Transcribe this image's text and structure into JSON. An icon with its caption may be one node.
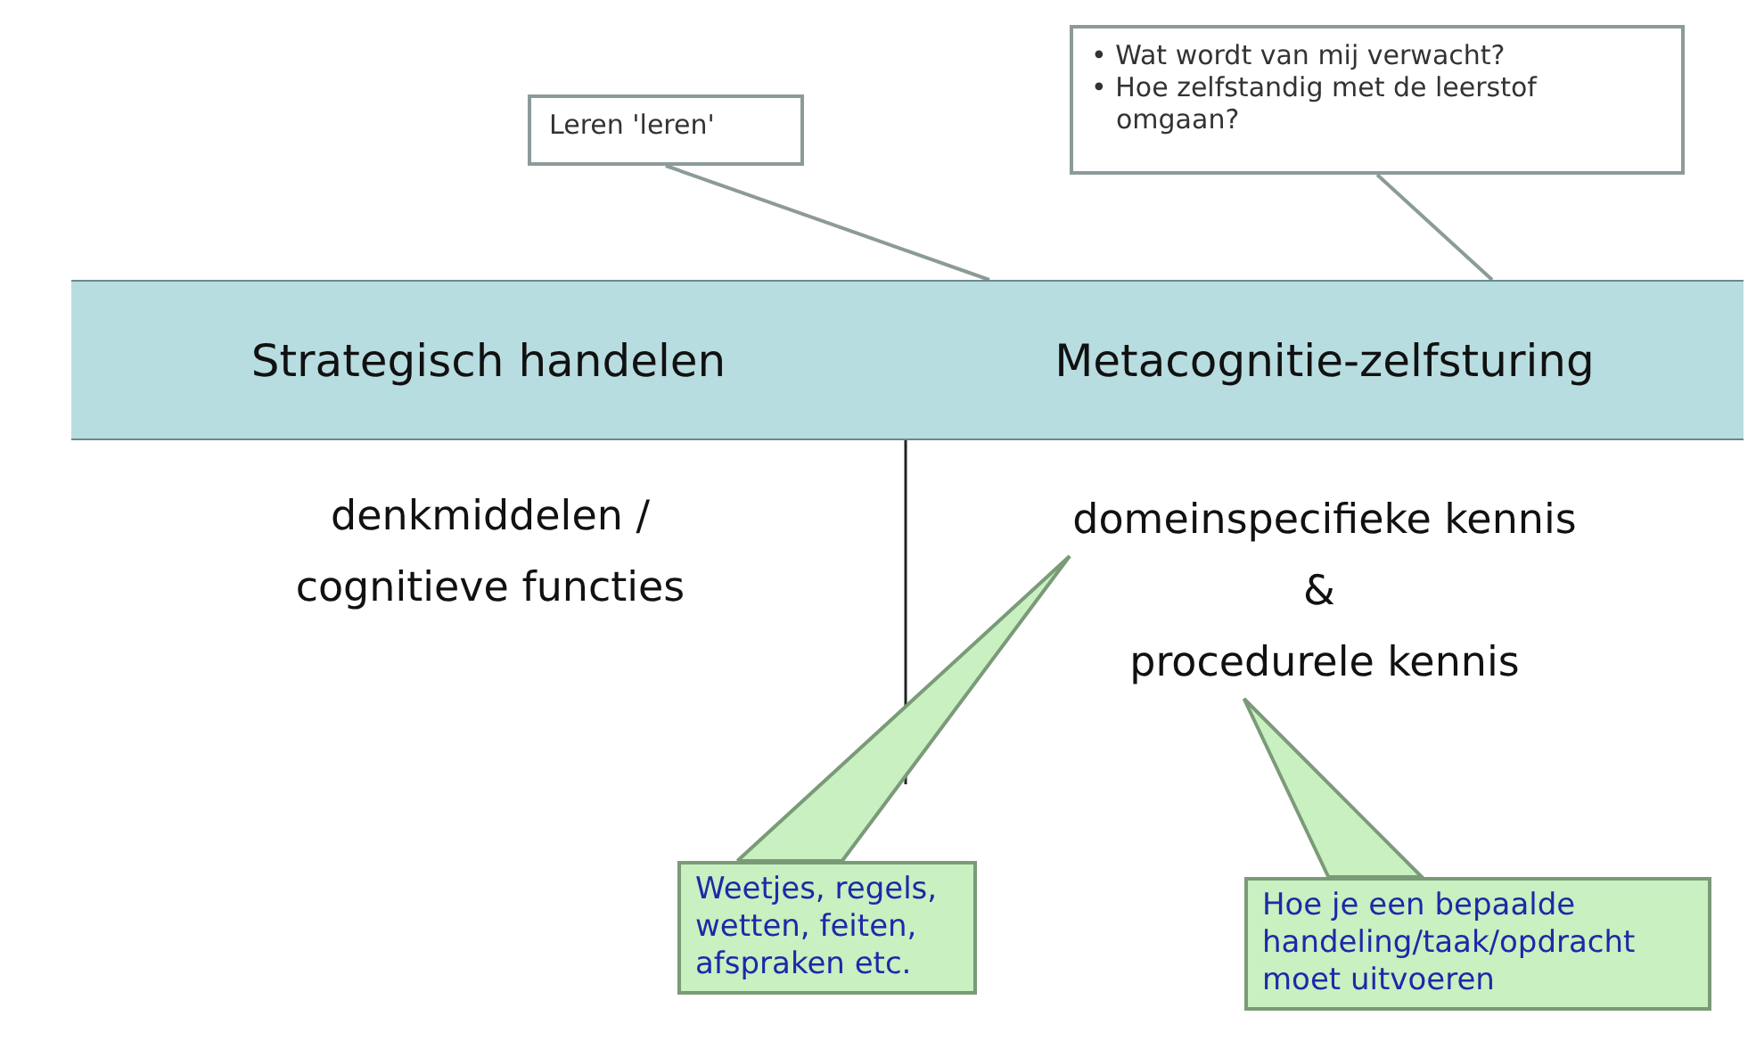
{
  "diagram": {
    "nodes": [
      {
        "text": [
          "Leren 'leren'"
        ]
      },
      {
        "text": [
          "• Wat wordt van mij verwacht?",
          "• Hoe zelfstandig met de leerstof omgaan?"
        ]
      },
      {
        "text": [
          "Strategisch handelen"
        ]
      },
      {
        "text": [
          "Metacognitie-zelfsturing"
        ]
      },
      {
        "text": [
          "denkmiddelen / cognitieve functies"
        ]
      },
      {
        "text": [
          "domeinspecifieke kennis"
        ]
      },
      {
        "text": [
          "procedurele kennis"
        ]
      },
      {
        "text": [
          "Weetjes, regels, wetten, feiten, afspraken etc."
        ]
      },
      {
        "text": [
          "Hoe je een bepaalde handeling/taak/opdracht moet uitvoeren"
        ]
      }
    ],
    "edges": [
      {
        "from": 0,
        "to": 3,
        "arrow": "none"
      },
      {
        "from": 1,
        "to": 3,
        "arrow": "none"
      },
      {
        "from": 7,
        "to": 5,
        "arrow": "none"
      },
      {
        "from": 8,
        "to": 6,
        "arrow": "none"
      }
    ],
    "labels": [
      "&"
    ]
  }
}
